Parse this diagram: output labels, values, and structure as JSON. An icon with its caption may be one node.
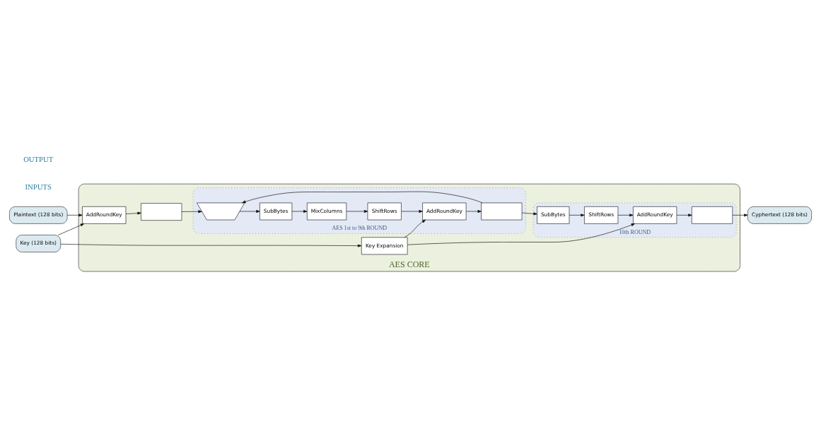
{
  "diagram": {
    "nodes": [
      {
        "text": [
          "Plaintext (128 bits)"
        ]
      },
      {
        "text": [
          "Key (128 bits)"
        ]
      },
      {
        "text": [
          "AES CORE"
        ]
      },
      {
        "text": [
          "AddRoundKey"
        ],
        "in": 2
      },
      {
        "text": [],
        "shape": "box",
        "in": 2
      },
      {
        "text": [
          "Key Expansion"
        ],
        "in": 2
      },
      {
        "text": [
          "AES 1st to 9th ROUND"
        ],
        "in": 2
      },
      {
        "text": [],
        "shape": "trapezium",
        "in": 6
      },
      {
        "text": [
          "SubBytes"
        ],
        "in": 6
      },
      {
        "text": [
          "MixColumns"
        ],
        "in": 6
      },
      {
        "text": [
          "ShiftRows"
        ],
        "in": 6
      },
      {
        "text": [
          "AddRoundKey"
        ],
        "in": 6
      },
      {
        "text": [],
        "shape": "box",
        "in": 6
      },
      {
        "text": [
          "10th ROUND"
        ],
        "in": 2
      },
      {
        "text": [
          "SubBytes"
        ],
        "in": 13
      },
      {
        "text": [
          "ShiftRows"
        ],
        "in": 13
      },
      {
        "text": [
          "AddRoundKey"
        ],
        "in": 13
      },
      {
        "text": [],
        "shape": "box",
        "in": 13
      },
      {
        "text": [
          "Cyphertext (128 bits)"
        ]
      }
    ],
    "edges": [
      {
        "from": 0,
        "to": 3,
        "arrow": "to"
      },
      {
        "from": 1,
        "to": 3,
        "arrow": "to"
      },
      {
        "from": 1,
        "to": 5,
        "arrow": "to"
      },
      {
        "from": 3,
        "to": 4,
        "arrow": "to"
      },
      {
        "from": 4,
        "to": 7,
        "arrow": "to"
      },
      {
        "from": 7,
        "to": 8,
        "arrow": "to"
      },
      {
        "from": 8,
        "to": 9,
        "arrow": "to"
      },
      {
        "from": 9,
        "to": 10,
        "arrow": "to"
      },
      {
        "from": 10,
        "to": 11,
        "arrow": "to"
      },
      {
        "from": 11,
        "to": 12,
        "arrow": "to"
      },
      {
        "from": 12,
        "to": 7,
        "arrow": "to"
      },
      {
        "from": 5,
        "to": 11,
        "arrow": "to"
      },
      {
        "from": 12,
        "to": 14,
        "arrow": "to"
      },
      {
        "from": 14,
        "to": 15,
        "arrow": "to"
      },
      {
        "from": 15,
        "to": 16,
        "arrow": "to"
      },
      {
        "from": 5,
        "to": 16,
        "arrow": "to"
      },
      {
        "from": 16,
        "to": 17,
        "arrow": "to"
      },
      {
        "from": 17,
        "to": 18,
        "arrow": "to"
      }
    ],
    "labels": [
      "INPUTS",
      "OUTPUT"
    ]
  }
}
